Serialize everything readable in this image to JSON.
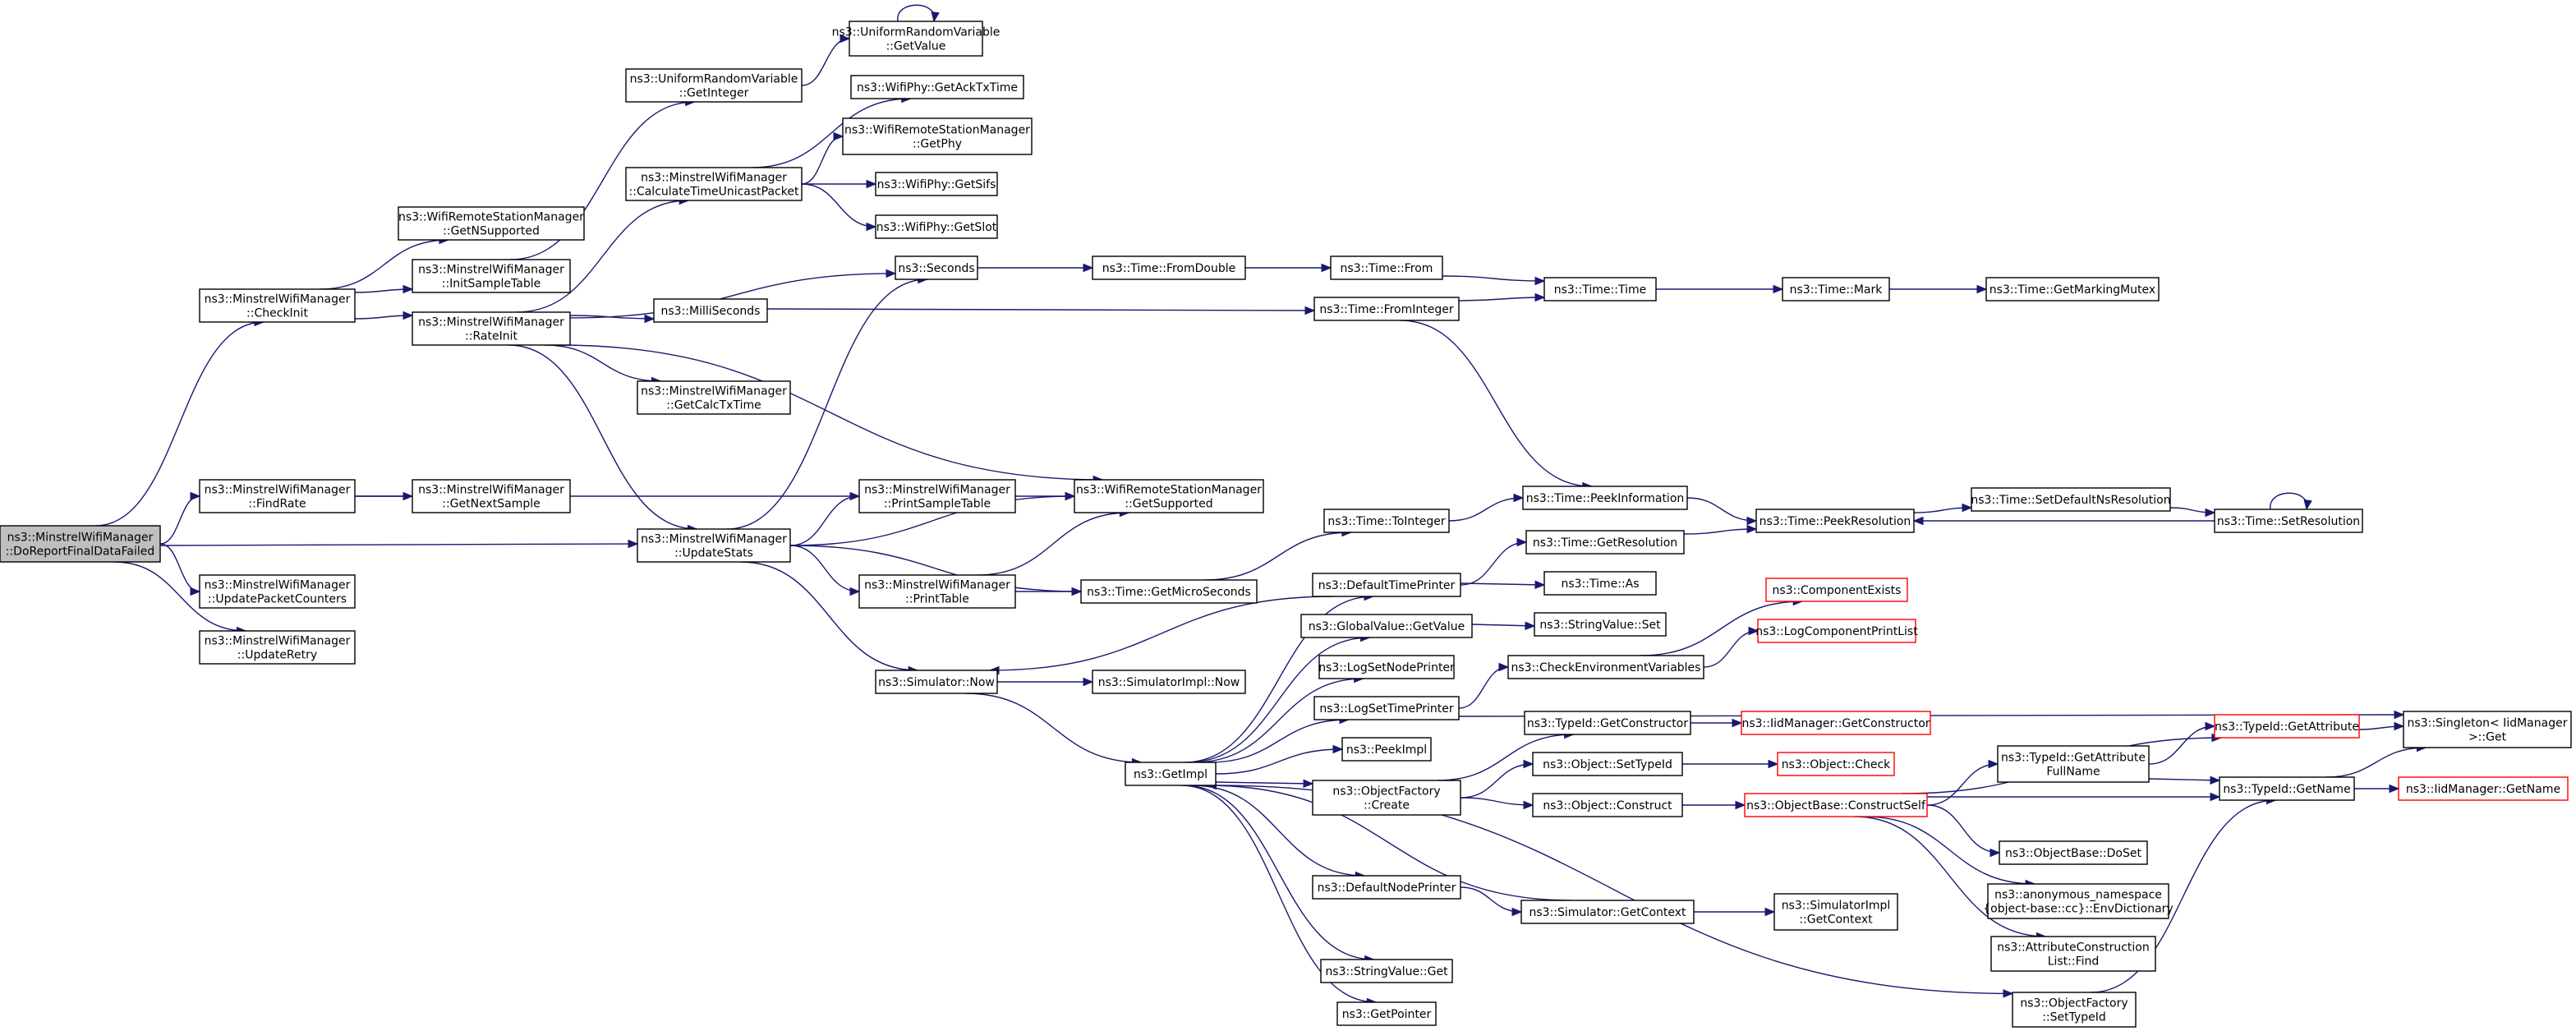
{
  "diagram": {
    "kind": "doxygen call graph",
    "colors": {
      "edge": "#191970",
      "root_fill": "#bfbfbf",
      "node_border": "#000000",
      "truncated_border": "#ff0000",
      "background": "#ffffff"
    },
    "nodes": [
      {
        "id": "root",
        "lines": [
          "ns3::MinstrelWifiManager",
          "::DoReportFinalDataFailed"
        ],
        "root": true
      },
      {
        "id": "checkinit",
        "lines": [
          "ns3::MinstrelWifiManager",
          "::CheckInit"
        ]
      },
      {
        "id": "findrate",
        "lines": [
          "ns3::MinstrelWifiManager",
          "::FindRate"
        ]
      },
      {
        "id": "upc",
        "lines": [
          "ns3::MinstrelWifiManager",
          "::UpdatePacketCounters"
        ]
      },
      {
        "id": "uretry",
        "lines": [
          "ns3::MinstrelWifiManager",
          "::UpdateRetry"
        ]
      },
      {
        "id": "getnsupp",
        "lines": [
          "ns3::WifiRemoteStationManager",
          "::GetNSupported"
        ]
      },
      {
        "id": "initsample",
        "lines": [
          "ns3::MinstrelWifiManager",
          "::InitSampleTable"
        ]
      },
      {
        "id": "rateinit",
        "lines": [
          "ns3::MinstrelWifiManager",
          "::RateInit"
        ]
      },
      {
        "id": "getnextsample",
        "lines": [
          "ns3::MinstrelWifiManager",
          "::GetNextSample"
        ]
      },
      {
        "id": "updatestats",
        "lines": [
          "ns3::MinstrelWifiManager",
          "::UpdateStats"
        ]
      },
      {
        "id": "urv_getint",
        "lines": [
          "ns3::UniformRandomVariable",
          "::GetInteger"
        ]
      },
      {
        "id": "ctup",
        "lines": [
          "ns3::MinstrelWifiManager",
          "::CalculateTimeUnicastPacket"
        ]
      },
      {
        "id": "milli",
        "lines": [
          "ns3::MilliSeconds"
        ]
      },
      {
        "id": "getcalc",
        "lines": [
          "ns3::MinstrelWifiManager",
          "::GetCalcTxTime"
        ]
      },
      {
        "id": "printsample",
        "lines": [
          "ns3::MinstrelWifiManager",
          "::PrintSampleTable"
        ]
      },
      {
        "id": "printtable",
        "lines": [
          "ns3::MinstrelWifiManager",
          "::PrintTable"
        ]
      },
      {
        "id": "simnow",
        "lines": [
          "ns3::Simulator::Now"
        ]
      },
      {
        "id": "urv_getval",
        "lines": [
          "ns3::UniformRandomVariable",
          "::GetValue"
        ]
      },
      {
        "id": "getacktx",
        "lines": [
          "ns3::WifiPhy::GetAckTxTime"
        ]
      },
      {
        "id": "getphy",
        "lines": [
          "ns3::WifiRemoteStationManager",
          "::GetPhy"
        ]
      },
      {
        "id": "getsifs",
        "lines": [
          "ns3::WifiPhy::GetSifs"
        ]
      },
      {
        "id": "getslot",
        "lines": [
          "ns3::WifiPhy::GetSlot"
        ]
      },
      {
        "id": "seconds",
        "lines": [
          "ns3::Seconds"
        ]
      },
      {
        "id": "getsupported",
        "lines": [
          "ns3::WifiRemoteStationManager",
          "::GetSupported"
        ]
      },
      {
        "id": "getmicro",
        "lines": [
          "ns3::Time::GetMicroSeconds"
        ]
      },
      {
        "id": "simimplnow",
        "lines": [
          "ns3::SimulatorImpl::Now"
        ]
      },
      {
        "id": "getimpl",
        "lines": [
          "ns3::GetImpl"
        ]
      },
      {
        "id": "fromdouble",
        "lines": [
          "ns3::Time::FromDouble"
        ]
      },
      {
        "id": "from",
        "lines": [
          "ns3::Time::From"
        ]
      },
      {
        "id": "frominteger",
        "lines": [
          "ns3::Time::FromInteger"
        ]
      },
      {
        "id": "tointeger",
        "lines": [
          "ns3::Time::ToInteger"
        ]
      },
      {
        "id": "deftp",
        "lines": [
          "ns3::DefaultTimePrinter"
        ]
      },
      {
        "id": "gvgetvalue",
        "lines": [
          "ns3::GlobalValue::GetValue"
        ]
      },
      {
        "id": "logsetnode",
        "lines": [
          "ns3::LogSetNodePrinter"
        ]
      },
      {
        "id": "logsettime",
        "lines": [
          "ns3::LogSetTimePrinter"
        ]
      },
      {
        "id": "peekimpl",
        "lines": [
          "ns3::PeekImpl"
        ]
      },
      {
        "id": "ofcreate",
        "lines": [
          "ns3::ObjectFactory",
          "::Create"
        ]
      },
      {
        "id": "defnp",
        "lines": [
          "ns3::DefaultNodePrinter"
        ]
      },
      {
        "id": "svget",
        "lines": [
          "ns3::StringValue::Get"
        ]
      },
      {
        "id": "getpointer",
        "lines": [
          "ns3::GetPointer"
        ]
      },
      {
        "id": "timetime",
        "lines": [
          "ns3::Time::Time"
        ]
      },
      {
        "id": "peekinfo",
        "lines": [
          "ns3::Time::PeekInformation"
        ]
      },
      {
        "id": "getres",
        "lines": [
          "ns3::Time::GetResolution"
        ]
      },
      {
        "id": "timeas",
        "lines": [
          "ns3::Time::As"
        ]
      },
      {
        "id": "svset",
        "lines": [
          "ns3::StringValue::Set"
        ]
      },
      {
        "id": "checkenv",
        "lines": [
          "ns3::CheckEnvironmentVariables"
        ]
      },
      {
        "id": "tidgetcons",
        "lines": [
          "ns3::TypeId::GetConstructor"
        ]
      },
      {
        "id": "objsettid",
        "lines": [
          "ns3::Object::SetTypeId"
        ]
      },
      {
        "id": "objconstruct",
        "lines": [
          "ns3::Object::Construct"
        ]
      },
      {
        "id": "simgetctx",
        "lines": [
          "ns3::Simulator::GetContext"
        ]
      },
      {
        "id": "timemark",
        "lines": [
          "ns3::Time::Mark"
        ]
      },
      {
        "id": "peekres",
        "lines": [
          "ns3::Time::PeekResolution"
        ]
      },
      {
        "id": "compexists",
        "lines": [
          "ns3::ComponentExists"
        ],
        "truncated": true
      },
      {
        "id": "logcomplist",
        "lines": [
          "ns3::LogComponentPrintList"
        ],
        "truncated": true
      },
      {
        "id": "iidgetcons",
        "lines": [
          "ns3::IidManager::GetConstructor"
        ],
        "truncated": true
      },
      {
        "id": "objcheck",
        "lines": [
          "ns3::Object::Check"
        ],
        "truncated": true
      },
      {
        "id": "obconstructself",
        "lines": [
          "ns3::ObjectBase::ConstructSelf"
        ],
        "truncated": true
      },
      {
        "id": "simimplgetctx",
        "lines": [
          "ns3::SimulatorImpl",
          "::GetContext"
        ]
      },
      {
        "id": "getmarkmutex",
        "lines": [
          "ns3::Time::GetMarkingMutex"
        ]
      },
      {
        "id": "setdefns",
        "lines": [
          "ns3::Time::SetDefaultNsResolution"
        ]
      },
      {
        "id": "setres",
        "lines": [
          "ns3::Time::SetResolution"
        ]
      },
      {
        "id": "tidgetattrfull",
        "lines": [
          "ns3::TypeId::GetAttribute",
          "FullName"
        ]
      },
      {
        "id": "obdoset",
        "lines": [
          "ns3::ObjectBase::DoSet"
        ]
      },
      {
        "id": "envdict",
        "lines": [
          "ns3::anonymous_namespace",
          "{object-base::cc}::EnvDictionary"
        ]
      },
      {
        "id": "attrfind",
        "lines": [
          "ns3::AttributeConstruction",
          "List::Find"
        ]
      },
      {
        "id": "ofsettid",
        "lines": [
          "ns3::ObjectFactory",
          "::SetTypeId"
        ]
      },
      {
        "id": "tidgetattr",
        "lines": [
          "ns3::TypeId::GetAttribute"
        ],
        "truncated": true
      },
      {
        "id": "tidgetname",
        "lines": [
          "ns3::TypeId::GetName"
        ]
      },
      {
        "id": "singleton",
        "lines": [
          "ns3::Singleton< IidManager",
          " >::Get"
        ]
      },
      {
        "id": "iidgetname",
        "lines": [
          "ns3::IidManager::GetName"
        ],
        "truncated": true
      }
    ],
    "edges": [
      [
        "root",
        "checkinit"
      ],
      [
        "root",
        "findrate"
      ],
      [
        "root",
        "updatestats"
      ],
      [
        "root",
        "upc"
      ],
      [
        "root",
        "uretry"
      ],
      [
        "checkinit",
        "getnsupp"
      ],
      [
        "checkinit",
        "initsample"
      ],
      [
        "checkinit",
        "rateinit"
      ],
      [
        "initsample",
        "urv_getint"
      ],
      [
        "rateinit",
        "ctup"
      ],
      [
        "rateinit",
        "seconds"
      ],
      [
        "rateinit",
        "milli"
      ],
      [
        "rateinit",
        "getcalc"
      ],
      [
        "rateinit",
        "getsupported"
      ],
      [
        "rateinit",
        "updatestats"
      ],
      [
        "findrate",
        "getnextsample"
      ],
      [
        "findrate",
        "getsupported"
      ],
      [
        "updatestats",
        "seconds"
      ],
      [
        "updatestats",
        "printsample"
      ],
      [
        "updatestats",
        "getsupported"
      ],
      [
        "updatestats",
        "printtable"
      ],
      [
        "updatestats",
        "getmicro"
      ],
      [
        "updatestats",
        "simnow"
      ],
      [
        "urv_getint",
        "urv_getval"
      ],
      [
        "urv_getval",
        "urv_getval"
      ],
      [
        "ctup",
        "getacktx"
      ],
      [
        "ctup",
        "getphy"
      ],
      [
        "ctup",
        "getsifs"
      ],
      [
        "ctup",
        "getslot"
      ],
      [
        "milli",
        "frominteger"
      ],
      [
        "printtable",
        "getsupported"
      ],
      [
        "printtable",
        "getmicro"
      ],
      [
        "simnow",
        "simimplnow"
      ],
      [
        "simnow",
        "getimpl"
      ],
      [
        "seconds",
        "fromdouble"
      ],
      [
        "fromdouble",
        "from"
      ],
      [
        "from",
        "timetime"
      ],
      [
        "frominteger",
        "timetime"
      ],
      [
        "frominteger",
        "peekinfo"
      ],
      [
        "getmicro",
        "tointeger"
      ],
      [
        "tointeger",
        "peekinfo"
      ],
      [
        "deftp",
        "simnow"
      ],
      [
        "deftp",
        "getres"
      ],
      [
        "deftp",
        "timeas"
      ],
      [
        "getimpl",
        "deftp"
      ],
      [
        "getimpl",
        "gvgetvalue"
      ],
      [
        "getimpl",
        "logsetnode"
      ],
      [
        "getimpl",
        "logsettime"
      ],
      [
        "getimpl",
        "peekimpl"
      ],
      [
        "getimpl",
        "ofcreate"
      ],
      [
        "getimpl",
        "defnp"
      ],
      [
        "getimpl",
        "svget"
      ],
      [
        "getimpl",
        "getpointer"
      ],
      [
        "getimpl",
        "ofsettid"
      ],
      [
        "gvgetvalue",
        "svset"
      ],
      [
        "logsettime",
        "checkenv"
      ],
      [
        "logsettime",
        "singleton"
      ],
      [
        "checkenv",
        "compexists"
      ],
      [
        "checkenv",
        "logcomplist"
      ],
      [
        "ofcreate",
        "tidgetcons"
      ],
      [
        "ofcreate",
        "objsettid"
      ],
      [
        "ofcreate",
        "objconstruct"
      ],
      [
        "defnp",
        "simgetctx"
      ],
      [
        "simgetctx",
        "getimpl"
      ],
      [
        "simgetctx",
        "simimplgetctx"
      ],
      [
        "timetime",
        "timemark"
      ],
      [
        "timemark",
        "getmarkmutex"
      ],
      [
        "peekinfo",
        "peekres"
      ],
      [
        "getres",
        "peekres"
      ],
      [
        "peekres",
        "setdefns"
      ],
      [
        "setdefns",
        "setres"
      ],
      [
        "setres",
        "peekres"
      ],
      [
        "setres",
        "setres"
      ],
      [
        "tidgetcons",
        "iidgetcons"
      ],
      [
        "objsettid",
        "objcheck"
      ],
      [
        "objconstruct",
        "obconstructself"
      ],
      [
        "obconstructself",
        "tidgetattr"
      ],
      [
        "obconstructself",
        "tidgetattrfull"
      ],
      [
        "obconstructself",
        "tidgetname"
      ],
      [
        "obconstructself",
        "obdoset"
      ],
      [
        "obconstructself",
        "envdict"
      ],
      [
        "obconstructself",
        "attrfind"
      ],
      [
        "tidgetattr",
        "singleton"
      ],
      [
        "tidgetattrfull",
        "tidgetattr"
      ],
      [
        "tidgetattrfull",
        "tidgetname"
      ],
      [
        "tidgetname",
        "singleton"
      ],
      [
        "tidgetname",
        "iidgetname"
      ],
      [
        "ofsettid",
        "tidgetname"
      ]
    ]
  }
}
